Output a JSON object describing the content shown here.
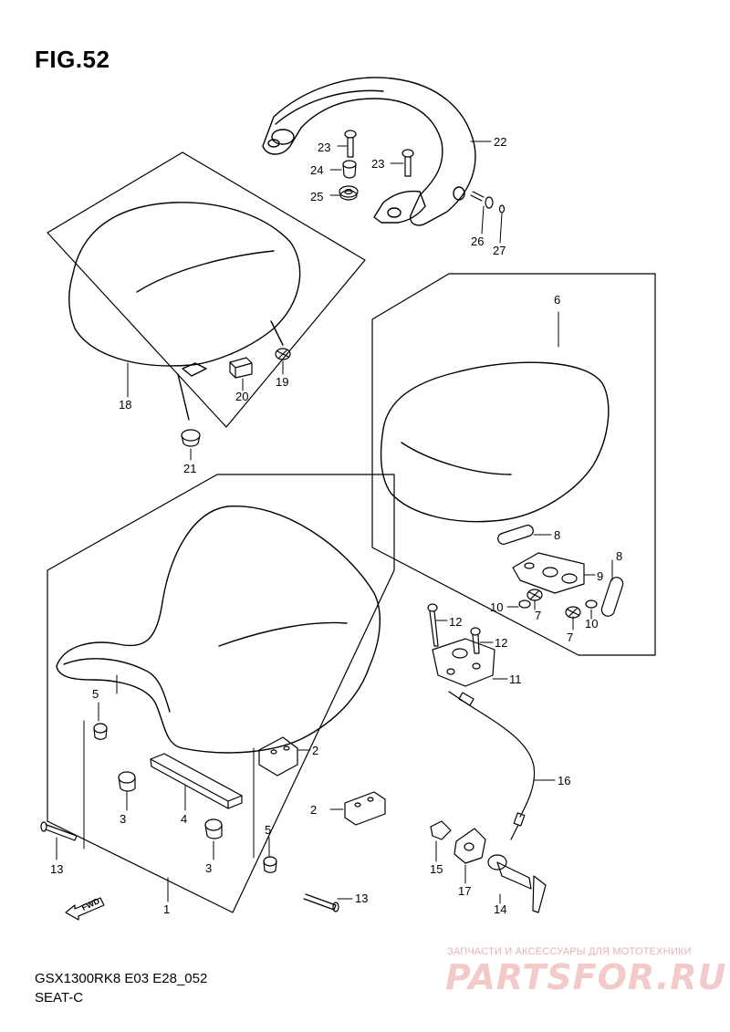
{
  "figure": {
    "title": "FIG.52",
    "model_code": "GSX1300RK8 E03 E28_052",
    "section": "SEAT-C"
  },
  "callouts": {
    "c1": "1",
    "c2a": "2",
    "c2b": "2",
    "c3a": "3",
    "c3b": "3",
    "c4": "4",
    "c5a": "5",
    "c5b": "5",
    "c6": "6",
    "c7a": "7",
    "c7b": "7",
    "c8a": "8",
    "c8b": "8",
    "c9": "9",
    "c10a": "10",
    "c10b": "10",
    "c11": "11",
    "c12a": "12",
    "c12b": "12",
    "c13a": "13",
    "c13b": "13",
    "c14": "14",
    "c15": "15",
    "c16": "16",
    "c17": "17",
    "c18": "18",
    "c19": "19",
    "c20": "20",
    "c21": "21",
    "c22": "22",
    "c23a": "23",
    "c23b": "23",
    "c24": "24",
    "c25": "25",
    "c26": "26",
    "c27": "27"
  },
  "fwd_label": "FWD",
  "watermark": {
    "subtitle": "ЗАПЧАСТИ И АКСЕССУАРЫ ДЛЯ МОТОТЕХНИКИ",
    "logo": "PARTSFOR.RU"
  }
}
